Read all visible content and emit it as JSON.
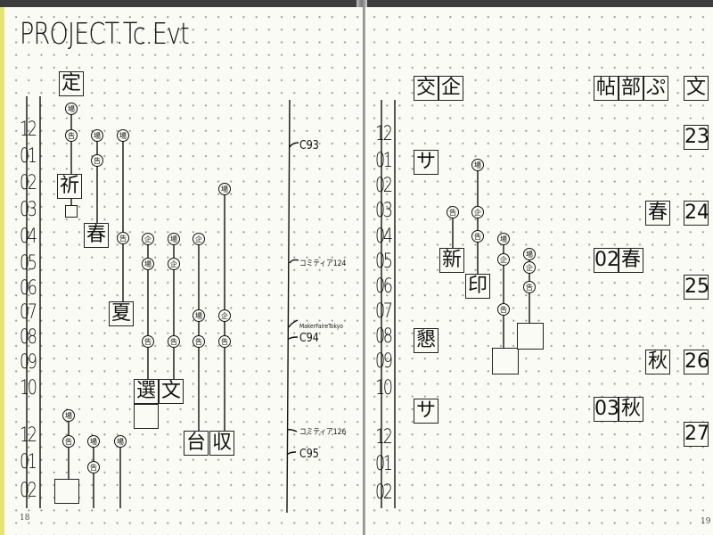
{
  "left_page": {
    "title": "PROJECT.Tc.Evt",
    "page_number": "18",
    "months": [
      "12",
      "01",
      "02",
      "03",
      "04",
      "05",
      "06",
      "07",
      "08",
      "09",
      "10",
      "12",
      "01",
      "02"
    ],
    "boxes": [
      "定",
      "祈",
      "春",
      "夏",
      "選",
      "文",
      "台",
      "収"
    ],
    "markers": {
      "ba": "場",
      "koku": "告",
      "ki": "企"
    },
    "events": [
      "C93",
      "コミティア124",
      "MakerFaireTokyo",
      "C94",
      "コミティア126",
      "C95"
    ]
  },
  "right_page": {
    "page_number": "19",
    "months": [
      "12",
      "01",
      "02",
      "03",
      "04",
      "05",
      "06",
      "07",
      "08",
      "09",
      "10",
      "12",
      "01",
      "02"
    ],
    "boxes": [
      "交",
      "企",
      "サ",
      "懇",
      "サ",
      "新",
      "印"
    ],
    "markers": {
      "ba": "場",
      "koku": "告",
      "ki": "企"
    },
    "club": [
      "帖",
      "部",
      "ぷ"
    ],
    "bun": "文",
    "years": [
      "23",
      "24",
      "25",
      "26",
      "27"
    ],
    "spring": "春",
    "autumn": "秋",
    "spring_02": "02",
    "autumn_03": "03"
  }
}
